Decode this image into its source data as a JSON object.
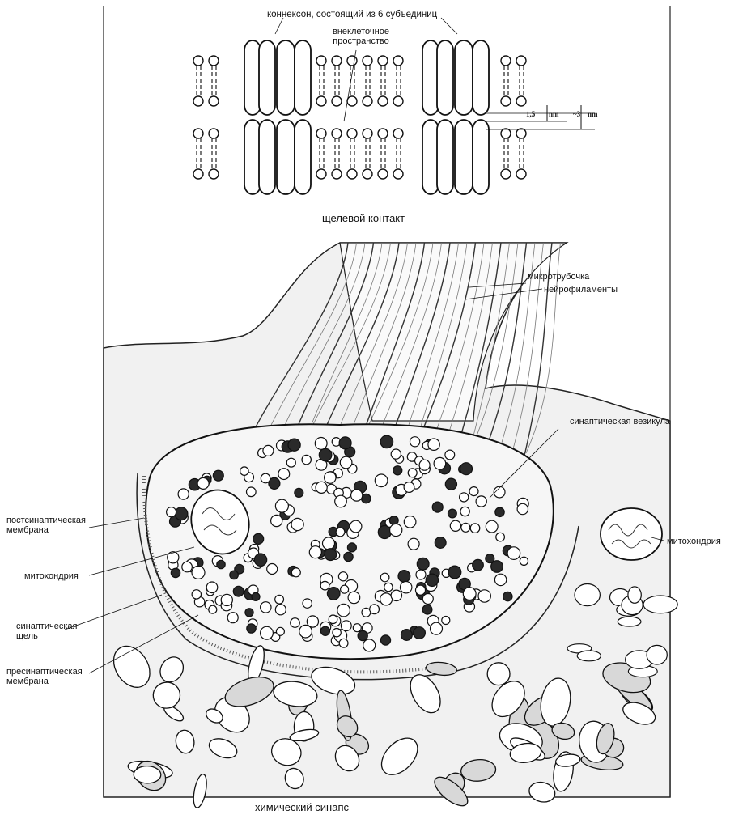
{
  "gap_junction": {
    "connexon_label": "коннексон, состоящий из 6 субъединиц",
    "extracellular_label": "внеклеточное\nпространство",
    "dim_1": "1,5",
    "dim_1_unit": "nm",
    "dim_2": "~3",
    "dim_2_unit": "nm",
    "caption": "щелевой контакт"
  },
  "chemical_synapse": {
    "labels": {
      "microtubule": "микротрубочка",
      "neurofilaments": "нейрофиламенты",
      "synaptic_vesicle": "синаптическая везикула",
      "postsynaptic_membrane": "постсинаптическая\nмембрана",
      "mitochondrion_left": "митохондрия",
      "synaptic_cleft": "синаптическая\nщель",
      "presynaptic_membrane": "пресинаптическая\nмембрана",
      "mitochondrion_right": "митохондрия"
    },
    "caption": "химический синапс"
  }
}
